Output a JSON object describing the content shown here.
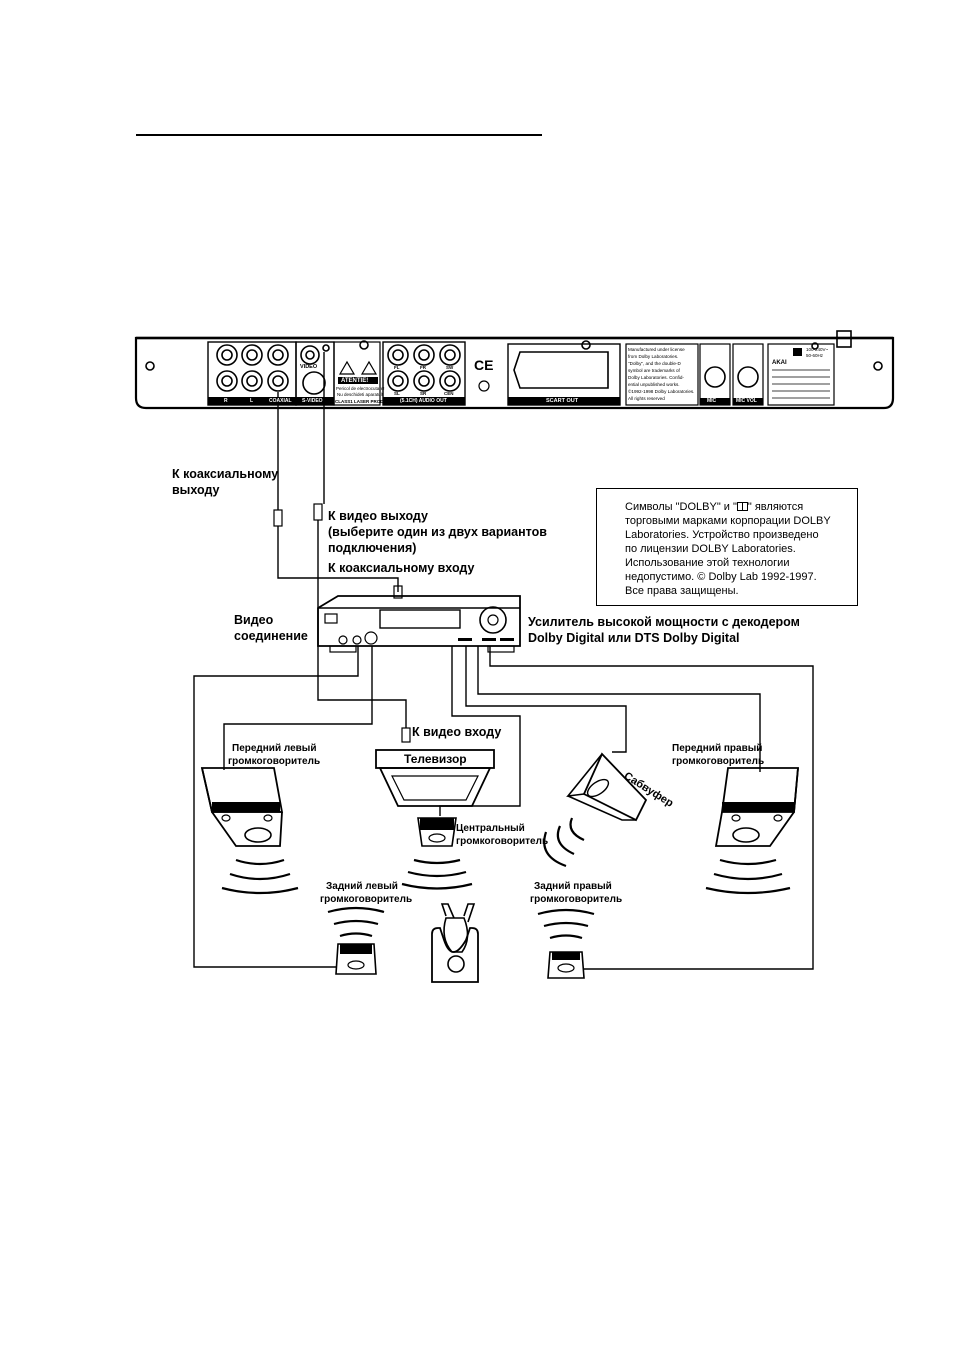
{
  "panel": {
    "video_label": "VIDEO",
    "atentie_title": "ATENTIE!",
    "atentie_line1": "Pericol de electrocutare!",
    "atentie_line2": "Nu deschideti aparatul!",
    "class_laser": "CLASS1 LASER PRODUCT",
    "jack_R": "R",
    "jack_L": "L",
    "coaxial": "COAXIAL",
    "svideo": "S-VIDEO",
    "fl": "FL",
    "fr": "FR",
    "sw": "SW",
    "sl": "SL",
    "sr": "SR",
    "cen": "CEN",
    "audio_out": "(5.1CH) AUDIO OUT",
    "scart_out": "SCART OUT",
    "ce_mark": "CE",
    "dolby_lines": [
      "Manufactured under license",
      "from Dolby Laboratories.",
      "\"Dolby\", and the double-D",
      "symbol are trademarks of",
      "Dolby Laboratories. Confid-",
      "ential unpublished works.",
      "©1992-1998 Dolby Laboratories.",
      "All rights reserved"
    ],
    "mic": "MIC",
    "mic_vol": "MIC VOL",
    "brand": "AKAI",
    "power_line1": "100-240V~",
    "power_line2": "50-60Hz"
  },
  "labels": {
    "coax_out_1": "К коаксиальному",
    "coax_out_2": "выходу",
    "video_out_1": "К видео выходу",
    "video_out_2": "(выберите один из двух вариантов",
    "video_out_3": "подключения)",
    "coax_in": "К коаксиальному входу",
    "video_conn_1": "Видео",
    "video_conn_2": "соединение",
    "amp_1": "Усилитель высокой мощности с декодером",
    "amp_2": "Dolby Digital или DTS Dolby Digital",
    "video_in": "К видео входу",
    "tv": "Телевизор",
    "front_left_1": "Передний левый",
    "front_left_2": "громкоговоритель",
    "front_right_1": "Передний правый",
    "front_right_2": "громкоговоритель",
    "subwoofer": "Сабвуфер",
    "center_1": "Центральный",
    "center_2": "громкоговоритель",
    "rear_left_1": "Задний левый",
    "rear_left_2": "громкоговоритель",
    "rear_right_1": "Задний правый",
    "rear_right_2": "громкоговоритель"
  },
  "note": {
    "lines": [
      "Символы \"DOLBY\" и \"",
      "торговыми марками корпорации DOLBY",
      "Laboratories. Устройство произведено",
      "по лицензии DOLBY Laboratories.",
      "Использование этой технологии",
      "недопустимо. © Dolby Lab 1992-1997.",
      "Все права защищены."
    ],
    "line1_tail": "\" являются"
  }
}
